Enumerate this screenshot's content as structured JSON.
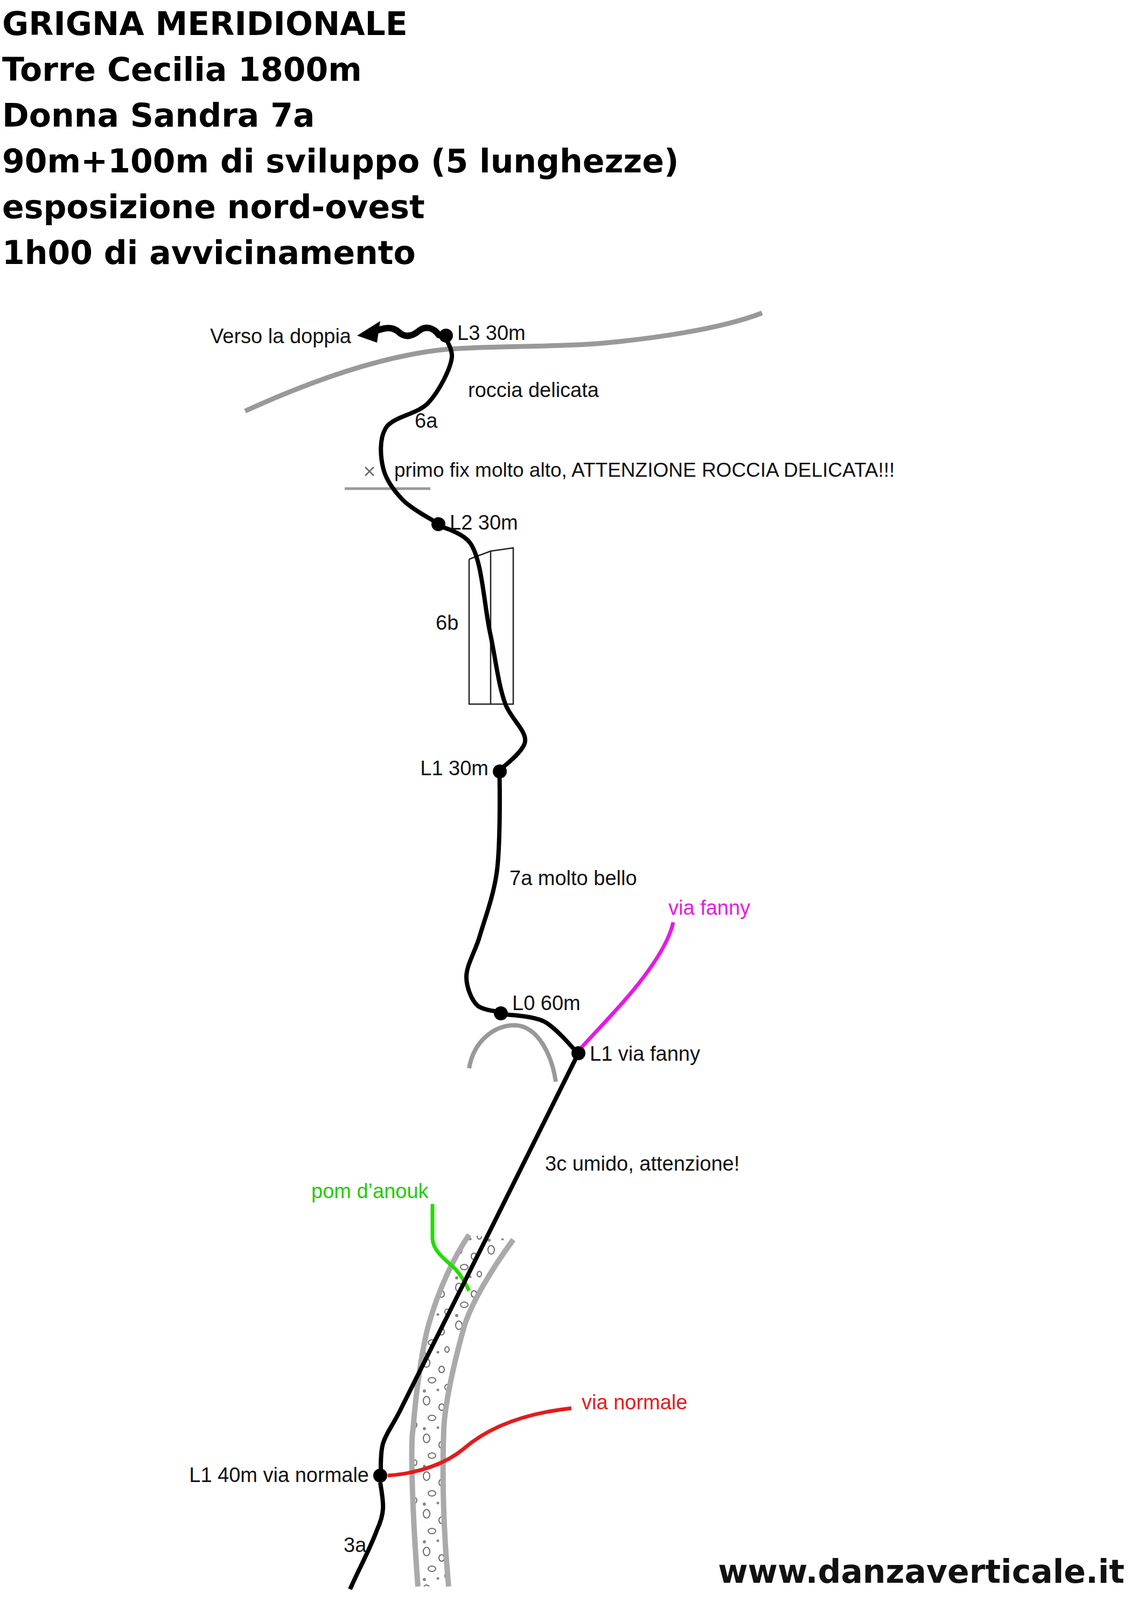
{
  "diagram": {
    "title": "GRIGNA MERIDIONALE",
    "nodes": [
      {
        "text": [
          "L3 30m"
        ]
      },
      {
        "text": [
          "L2 30m"
        ]
      },
      {
        "text": [
          "L1 30m"
        ]
      },
      {
        "text": [
          "L0 60m"
        ]
      },
      {
        "text": [
          "L1 via fanny"
        ]
      },
      {
        "text": [
          "L1 40m via normale"
        ]
      }
    ],
    "edges": [
      {
        "from": 5,
        "to": 4,
        "arrow": "none",
        "label": "3c umido, attenzione!"
      },
      {
        "from": 4,
        "to": 3,
        "arrow": "none"
      },
      {
        "from": 3,
        "to": 2,
        "arrow": "none",
        "label": "7a molto bello"
      },
      {
        "from": 2,
        "to": 1,
        "arrow": "none",
        "label": "6b"
      },
      {
        "from": 1,
        "to": 0,
        "arrow": "none",
        "label": "6a"
      }
    ],
    "labels": [
      "Torre Cecilia 1800m",
      "Donna Sandra 7a",
      "90m+100m di sviluppo (5 lunghezze)",
      "esposizione nord-ovest",
      "1h00 di avvicinamento",
      "Verso la doppia",
      "roccia delicata",
      "primo fix molto alto, ATTENZIONE ROCCIA DELICATA!!!",
      "via fanny",
      "pom d’anouk",
      "via normale",
      "3a",
      "www.danzaverticale.it"
    ]
  }
}
